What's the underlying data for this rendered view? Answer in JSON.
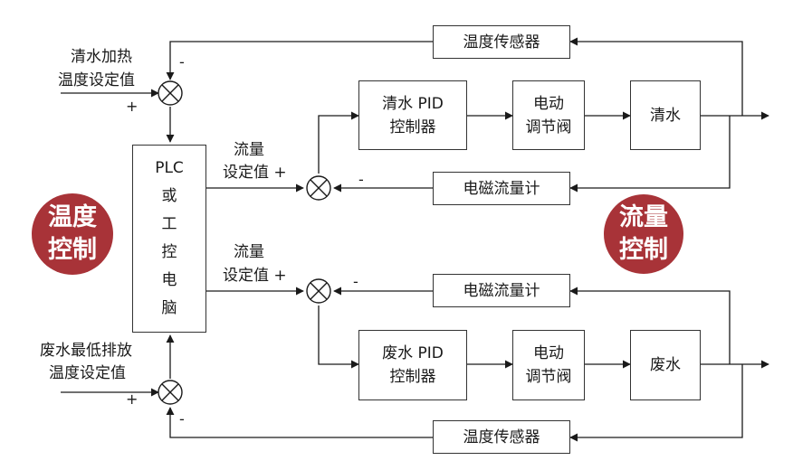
{
  "blocks": {
    "temp_sensor_top": "温度传感器",
    "clean_pid": "清水 PID\n控制器",
    "valve_top": "电动\n调节阀",
    "clean_water": "清水",
    "flowmeter_top": "电磁流量计",
    "flowmeter_bottom": "电磁流量计",
    "waste_pid": "废水 PID\n控制器",
    "valve_bottom": "电动\n调节阀",
    "waste_water": "废水",
    "temp_sensor_bottom": "温度传感器"
  },
  "plc": {
    "lines": [
      "PLC",
      "或",
      "工",
      "控",
      "电",
      "脑"
    ]
  },
  "labels": {
    "clean_temp_setpoint_1": "清水加热",
    "clean_temp_setpoint_2": "温度设定值",
    "waste_temp_setpoint_1": "废水最低排放",
    "waste_temp_setpoint_2": "温度设定值",
    "flow_setpoint_top_1": "流量",
    "flow_setpoint_top_2": "设定值 +",
    "flow_setpoint_bottom_1": "流量",
    "flow_setpoint_bottom_2": "设定值 +"
  },
  "signs": {
    "top_sum_minus": "-",
    "top_sum_plus": "+",
    "flow_top_minus": "-",
    "flow_bottom_minus": "-",
    "bottom_sum_plus": "+",
    "bottom_sum_minus": "-"
  },
  "badges": {
    "temp_control": [
      "温度",
      "控制"
    ],
    "flow_control": [
      "流量",
      "控制"
    ]
  },
  "colors": {
    "badge": "#a83338",
    "line": "#1a1a1a"
  }
}
